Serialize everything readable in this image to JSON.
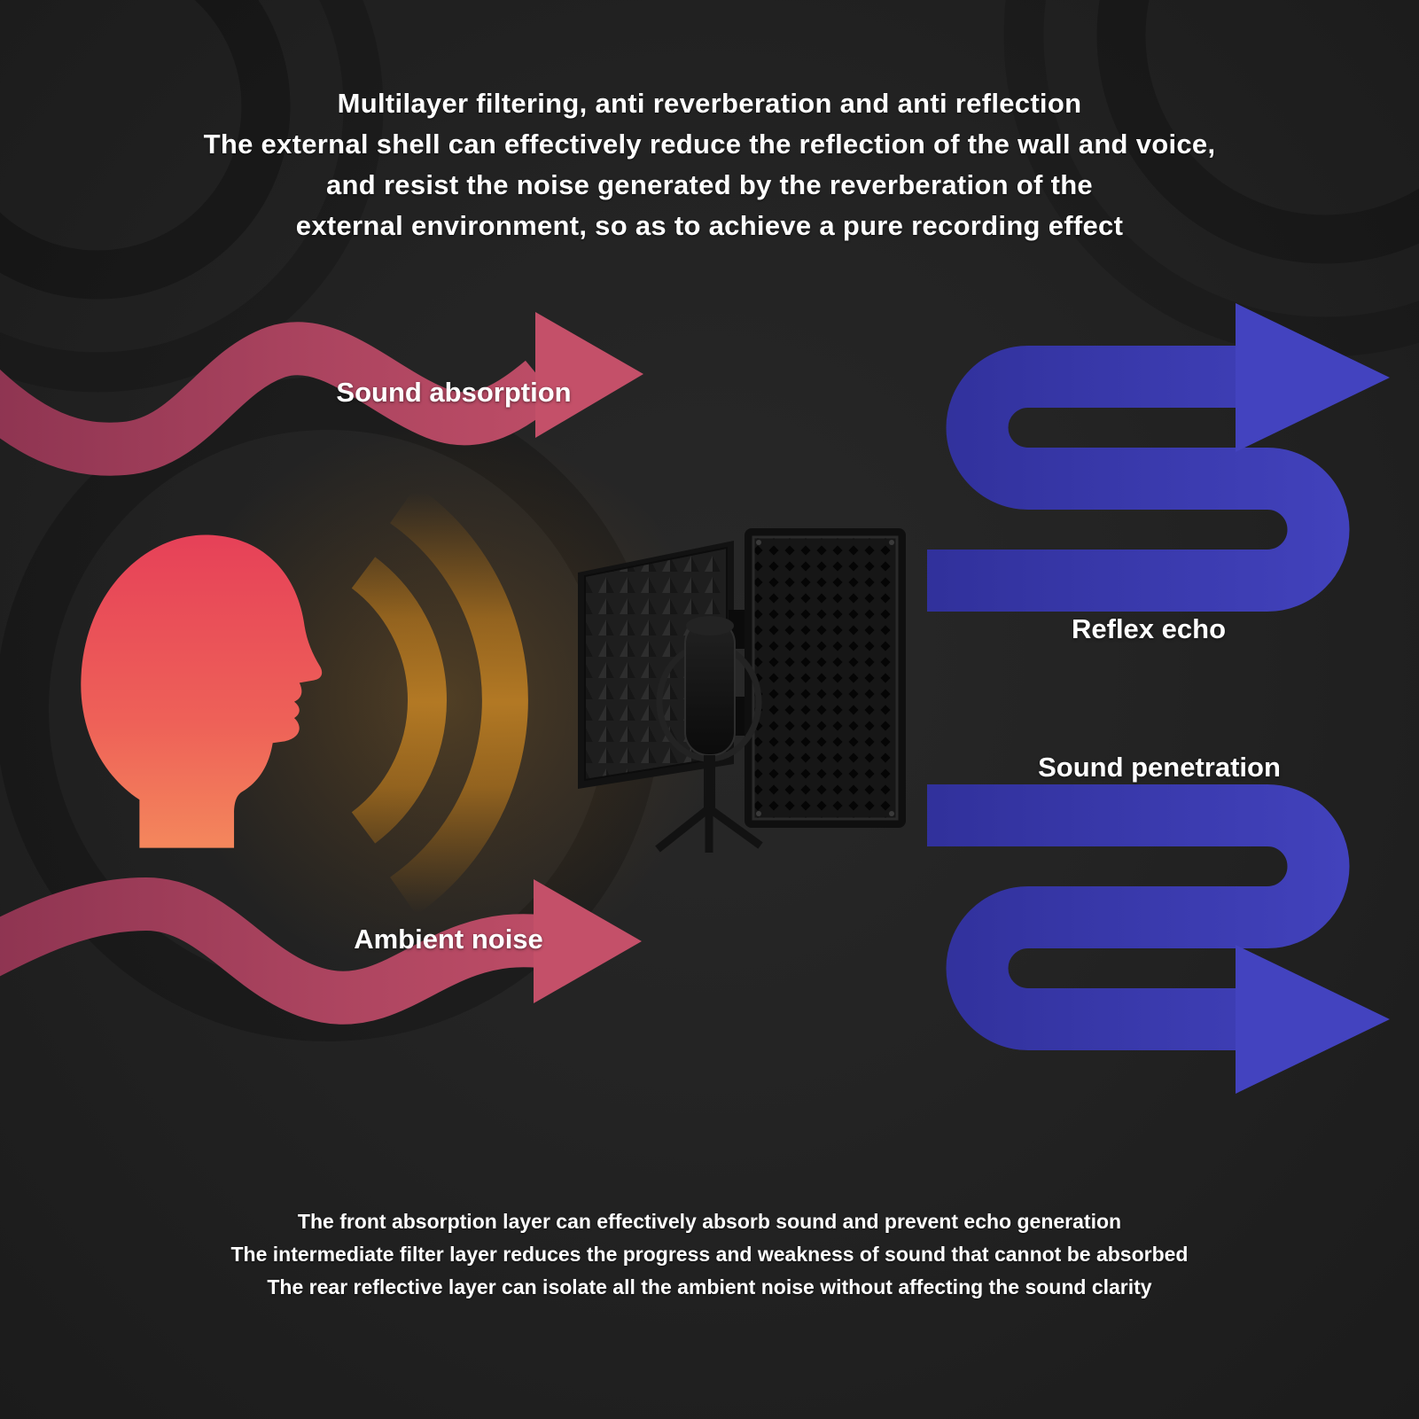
{
  "page": {
    "background": "#202020",
    "text_color": "#ffffff"
  },
  "headline": {
    "lines": [
      "Multilayer filtering, anti reverberation and anti reflection",
      "The external shell can effectively reduce the reflection of the wall and voice,",
      "and resist the noise generated by the reverberation of the",
      "external environment, so as to achieve a pure recording effect"
    ]
  },
  "labels": {
    "sound_absorption": "Sound absorption",
    "ambient_noise": "Ambient noise",
    "reflex_echo": "Reflex echo",
    "sound_penetration": "Sound penetration"
  },
  "footer": {
    "lines": [
      "The front absorption layer can effectively absorb sound and prevent echo generation",
      "The intermediate filter layer reduces the progress and weakness of sound that cannot be absorbed",
      "The rear reflective layer can isolate all the ambient noise without affecting the sound clarity"
    ]
  },
  "colors": {
    "pink_arrow": "#b9485f",
    "head_gradient_top": "#e64158",
    "head_gradient_bottom": "#f4875c",
    "blue_arrow": "#3d3db4",
    "glow_orange": "#b87c24"
  }
}
